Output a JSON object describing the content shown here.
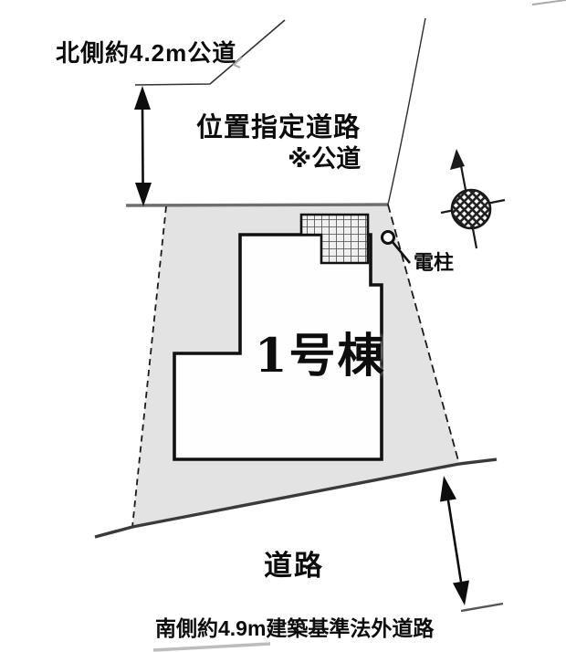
{
  "diagram": {
    "kind": "real-estate site plan",
    "labels": {
      "north_road": "北側約4.2m公道",
      "designated_road": "位置指定道路",
      "public_road_note": "※公道",
      "utility_pole": "電柱",
      "building_number": "1号棟",
      "road": "道路",
      "south_road_caption": "南側約4.9m建築基準法外道路"
    },
    "measurements": {
      "north_road_width": "約4.2m",
      "south_road_width": "約4.9m"
    },
    "colors": {
      "lot_fill": "#e3e3e3",
      "building_fill": "#fefefe",
      "outline": "#111111",
      "top_road_line": "#6e6e6e",
      "bottom_road_line": "#3a3a3a",
      "faint_line": "#9a9a9a"
    }
  }
}
